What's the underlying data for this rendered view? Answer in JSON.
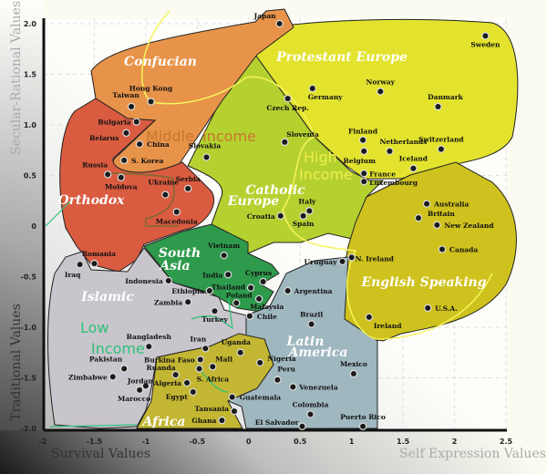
{
  "chart_data": {
    "type": "scatter",
    "title": "",
    "xlabel_left": "Survival Values",
    "xlabel_right": "Self Expression Values",
    "ylabel_top": "Secular-Rational Values",
    "ylabel_bottom": "Traditional Values",
    "xlim": [
      -2,
      2.5
    ],
    "ylim": [
      -2,
      2
    ],
    "grid": true,
    "x_ticks": [
      "-2",
      "-1.5",
      "-1",
      "-0.5",
      "0",
      "0.5",
      "1",
      "1.5",
      "2",
      "2.5"
    ],
    "y_ticks": [
      "2.0",
      "1.5",
      "1.0",
      "0.5",
      "0",
      "-0.5",
      "-1.0",
      "-1.5",
      "-2.0"
    ],
    "regions": [
      {
        "name": "Confucian",
        "color": "#e8934a"
      },
      {
        "name": "Protestant  Europe",
        "color": "#e3e32e"
      },
      {
        "name": "Orthodox",
        "color": "#d95b40"
      },
      {
        "name": "Catholic",
        "color": "#b5d130"
      },
      {
        "name": "Europe",
        "color": "#b5d130"
      },
      {
        "name": "English Speaking",
        "color": "#cfc21e"
      },
      {
        "name": "South",
        "color": "#2e9a4c"
      },
      {
        "name": "Asia",
        "color": "#2e9a4c"
      },
      {
        "name": "Islamic",
        "color": "#c9c5cc"
      },
      {
        "name": "Latin",
        "color": "#9fb7bf"
      },
      {
        "name": "America",
        "color": "#9fb7bf"
      },
      {
        "name": "Africa",
        "color": "#c3b632"
      }
    ],
    "income_labels": [
      {
        "text": "Middle",
        "color": "#c8762e"
      },
      {
        "text": "Income",
        "color": "#c8762e"
      },
      {
        "text": "High",
        "color": "#f0f04a"
      },
      {
        "text": "Income",
        "color": "#f0f04a"
      },
      {
        "text": "Low",
        "color": "#2ec27a"
      },
      {
        "text": "Income",
        "color": "#2ec27a"
      }
    ],
    "points": [
      {
        "name": "Japan",
        "x": 0.3,
        "y": 2.0
      },
      {
        "name": "Sweden",
        "x": 2.3,
        "y": 1.88
      },
      {
        "name": "Germany",
        "x": 0.62,
        "y": 1.36
      },
      {
        "name": "Norway",
        "x": 1.28,
        "y": 1.33
      },
      {
        "name": "Danmark",
        "x": 1.84,
        "y": 1.18
      },
      {
        "name": "Czech Rep.",
        "x": 0.38,
        "y": 1.26
      },
      {
        "name": "Finland",
        "x": 1.11,
        "y": 0.85
      },
      {
        "name": "Netherlands",
        "x": 1.37,
        "y": 0.74
      },
      {
        "name": "Switzerland",
        "x": 1.87,
        "y": 0.76
      },
      {
        "name": "Belgium",
        "x": 1.12,
        "y": 0.74
      },
      {
        "name": "Iceland",
        "x": 1.6,
        "y": 0.57
      },
      {
        "name": "France",
        "x": 1.12,
        "y": 0.52
      },
      {
        "name": "Luxembourg",
        "x": 1.12,
        "y": 0.44
      },
      {
        "name": "Slovenia",
        "x": 0.35,
        "y": 0.83
      },
      {
        "name": "Australia",
        "x": 1.73,
        "y": 0.22
      },
      {
        "name": "Britain",
        "x": 1.65,
        "y": 0.08
      },
      {
        "name": "New Zealand",
        "x": 1.83,
        "y": 0.01
      },
      {
        "name": "Italy",
        "x": 0.59,
        "y": 0.15
      },
      {
        "name": "Spain",
        "x": 0.53,
        "y": 0.1
      },
      {
        "name": "Croatia",
        "x": 0.31,
        "y": 0.1
      },
      {
        "name": "Canada",
        "x": 1.88,
        "y": -0.23
      },
      {
        "name": "N. Ireland",
        "x": 1.0,
        "y": -0.31
      },
      {
        "name": "Uruguay",
        "x": 0.91,
        "y": -0.35
      },
      {
        "name": "Argentina",
        "x": 0.38,
        "y": -0.64
      },
      {
        "name": "U.S.A.",
        "x": 1.74,
        "y": -0.81
      },
      {
        "name": "Ireland",
        "x": 1.17,
        "y": -0.9
      },
      {
        "name": "Brazil",
        "x": 0.61,
        "y": -0.97
      },
      {
        "name": "Mexico",
        "x": 1.02,
        "y": -1.46
      },
      {
        "name": "Peru",
        "x": 0.28,
        "y": -1.52
      },
      {
        "name": "Venezuela",
        "x": 0.43,
        "y": -1.59
      },
      {
        "name": "Colombia",
        "x": 0.6,
        "y": -1.86
      },
      {
        "name": "Puerto Rico",
        "x": 1.11,
        "y": -1.98
      },
      {
        "name": "El Salvador",
        "x": 0.52,
        "y": -1.98
      },
      {
        "name": "Taiwan",
        "x": -1.14,
        "y": 1.18
      },
      {
        "name": "Hong Kong",
        "x": -0.95,
        "y": 1.23
      },
      {
        "name": "Bulgaria",
        "x": -1.09,
        "y": 1.03
      },
      {
        "name": "Belarus",
        "x": -1.19,
        "y": 0.92
      },
      {
        "name": "China",
        "x": -1.06,
        "y": 0.81
      },
      {
        "name": "S. Korea",
        "x": -1.21,
        "y": 0.65
      },
      {
        "name": "Russia",
        "x": -1.37,
        "y": 0.51
      },
      {
        "name": "Moldova",
        "x": -1.24,
        "y": 0.48
      },
      {
        "name": "Ukraine",
        "x": -0.81,
        "y": 0.31
      },
      {
        "name": "Serbia",
        "x": -0.59,
        "y": 0.37
      },
      {
        "name": "Macedonia",
        "x": -0.7,
        "y": 0.14
      },
      {
        "name": "Slovakia",
        "x": -0.41,
        "y": 0.68
      },
      {
        "name": "Romania",
        "x": -1.5,
        "y": -0.37
      },
      {
        "name": "Iraq",
        "x": -1.64,
        "y": -0.38
      },
      {
        "name": "Vietnam",
        "x": -0.24,
        "y": -0.29
      },
      {
        "name": "Indonesia",
        "x": -0.78,
        "y": -0.54
      },
      {
        "name": "India",
        "x": -0.2,
        "y": -0.48
      },
      {
        "name": "Ethiopia",
        "x": -0.38,
        "y": -0.64
      },
      {
        "name": "Thailand",
        "x": 0.02,
        "y": -0.61
      },
      {
        "name": "Cyprus",
        "x": 0.14,
        "y": -0.55
      },
      {
        "name": "Poland",
        "x": -0.12,
        "y": -0.76
      },
      {
        "name": "Malaysia",
        "x": 0.1,
        "y": -0.72
      },
      {
        "name": "Zambia",
        "x": -0.59,
        "y": -0.75
      },
      {
        "name": "Turkey",
        "x": -0.33,
        "y": -0.84
      },
      {
        "name": "Chile",
        "x": 0.01,
        "y": -0.89
      },
      {
        "name": "Bangladesh",
        "x": -0.97,
        "y": -1.19
      },
      {
        "name": "Iran",
        "x": -0.42,
        "y": -1.21
      },
      {
        "name": "Uganda",
        "x": -0.08,
        "y": -1.25
      },
      {
        "name": "Nigeria",
        "x": 0.11,
        "y": -1.35
      },
      {
        "name": "Burkina Faso",
        "x": -0.47,
        "y": -1.32
      },
      {
        "name": "Mali",
        "x": -0.35,
        "y": -1.39
      },
      {
        "name": "S. Africa",
        "x": -0.48,
        "y": -1.41
      },
      {
        "name": "Pakistan",
        "x": -1.21,
        "y": -1.41
      },
      {
        "name": "Zimbabwe",
        "x": -1.32,
        "y": -1.49
      },
      {
        "name": "Ruanda",
        "x": -0.71,
        "y": -1.47
      },
      {
        "name": "Jordan",
        "x": -1.0,
        "y": -1.58
      },
      {
        "name": "Algeria",
        "x": -0.6,
        "y": -1.55
      },
      {
        "name": "Marocco",
        "x": -1.06,
        "y": -1.62
      },
      {
        "name": "Egypt",
        "x": -0.54,
        "y": -1.64
      },
      {
        "name": "Guatemala",
        "x": -0.16,
        "y": -1.69
      },
      {
        "name": "Tansania",
        "x": -0.14,
        "y": -1.83
      },
      {
        "name": "Ghana",
        "x": -0.26,
        "y": -1.92
      }
    ]
  }
}
